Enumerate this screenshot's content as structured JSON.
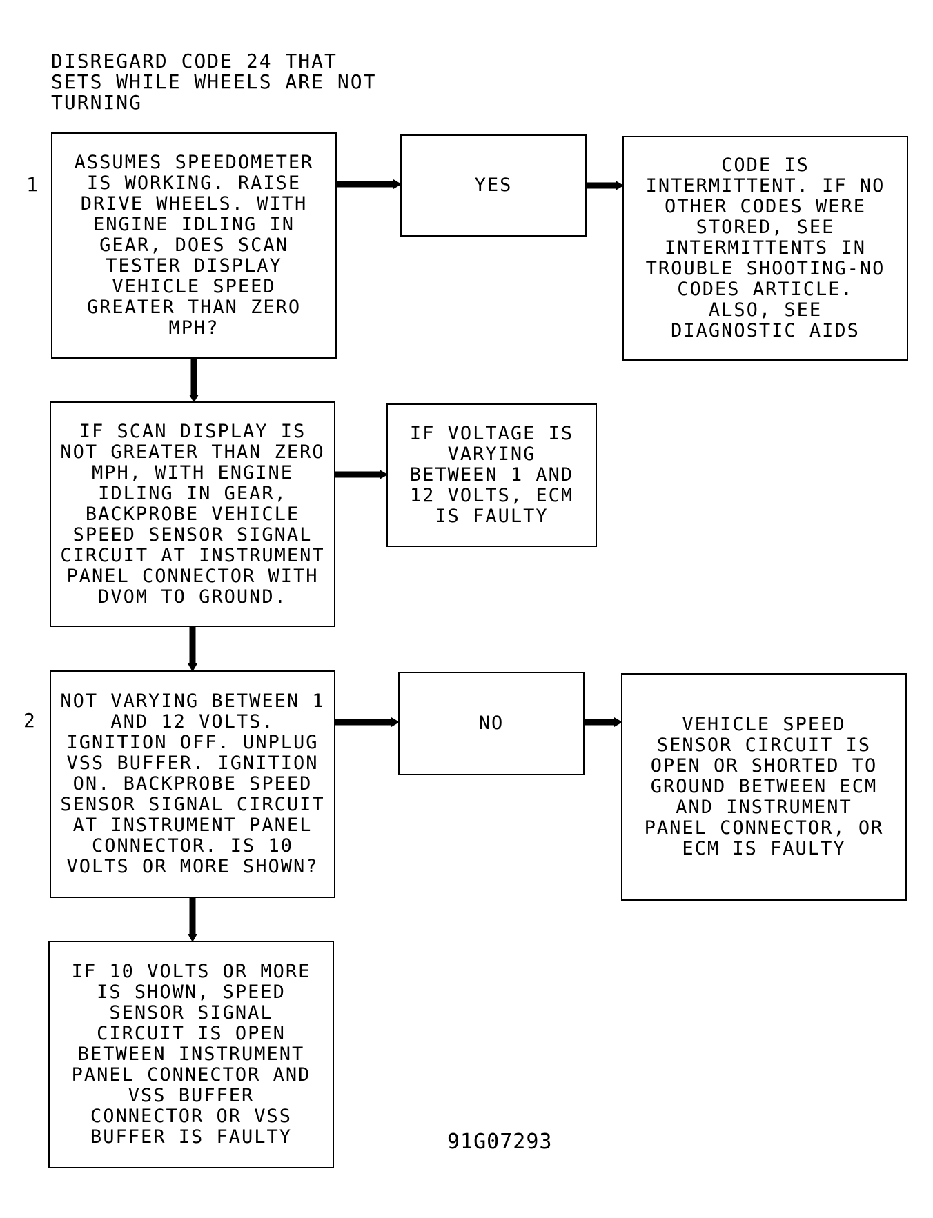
{
  "note": "DISREGARD CODE 24 THAT\nSETS WHILE WHEELS ARE NOT\nTURNING",
  "steps": {
    "step1": "1",
    "step2": "2"
  },
  "boxes": {
    "q1": "ASSUMES SPEEDOMETER\nIS WORKING. RAISE\nDRIVE WHEELS. WITH\nENGINE IDLING IN\nGEAR, DOES SCAN\nTESTER DISPLAY\nVEHICLE SPEED\nGREATER THAN ZERO\nMPH?",
    "yes": "YES",
    "intermittent": "CODE IS\nINTERMITTENT. IF NO\nOTHER CODES WERE\nSTORED, SEE\nINTERMITTENTS IN\nTROUBLE SHOOTING-NO\nCODES ARTICLE.\nALSO, SEE\nDIAGNOSTIC AIDS",
    "backprobe": "IF SCAN DISPLAY IS\nNOT GREATER THAN ZERO\nMPH, WITH ENGINE\nIDLING IN GEAR,\nBACKPROBE VEHICLE\nSPEED SENSOR SIGNAL\nCIRCUIT AT INSTRUMENT\nPANEL CONNECTOR WITH\nDVOM TO GROUND.",
    "ecm_faulty": "IF VOLTAGE IS\nVARYING\nBETWEEN 1 AND\n12 VOLTS, ECM\nIS FAULTY",
    "q2": "NOT VARYING BETWEEN 1\nAND 12 VOLTS.\nIGNITION OFF. UNPLUG\nVSS BUFFER. IGNITION\nON. BACKPROBE SPEED\nSENSOR SIGNAL CIRCUIT\nAT INSTRUMENT PANEL\nCONNECTOR. IS 10\nVOLTS OR MORE SHOWN?",
    "no": "NO",
    "sensor_circuit": "VEHICLE SPEED\nSENSOR CIRCUIT IS\nOPEN OR SHORTED TO\nGROUND BETWEEN ECM\nAND INSTRUMENT\nPANEL CONNECTOR, OR\nECM IS FAULTY",
    "buffer_faulty": "IF 10 VOLTS OR MORE\nIS SHOWN, SPEED\nSENSOR SIGNAL\nCIRCUIT IS OPEN\nBETWEEN INSTRUMENT\nPANEL CONNECTOR AND\nVSS BUFFER\nCONNECTOR OR VSS\nBUFFER IS FAULTY"
  },
  "figure_id": "91G07293"
}
